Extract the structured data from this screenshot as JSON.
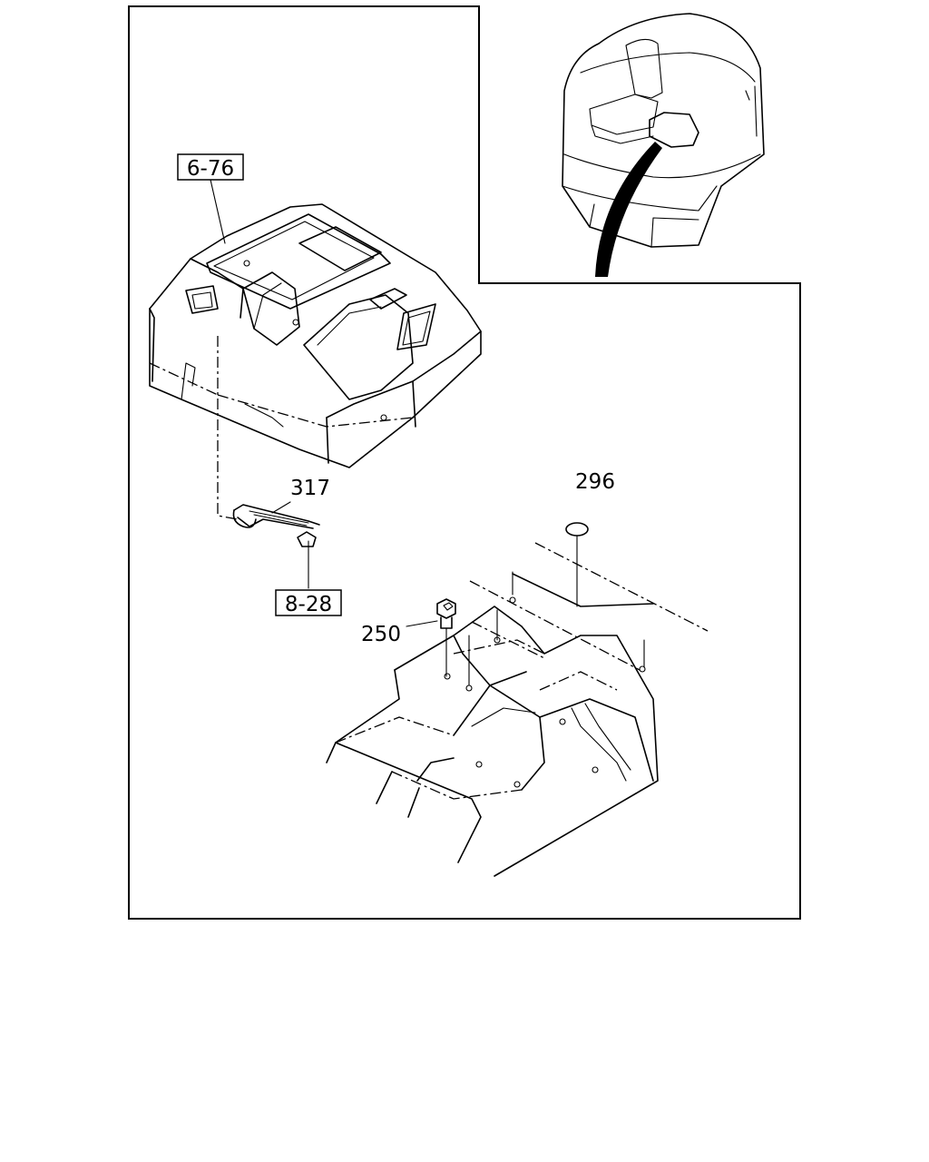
{
  "callouts": {
    "ref_6_76": "6-76",
    "part_317": "317",
    "ref_8_28": "8-28",
    "part_296": "296",
    "part_250": "250"
  }
}
